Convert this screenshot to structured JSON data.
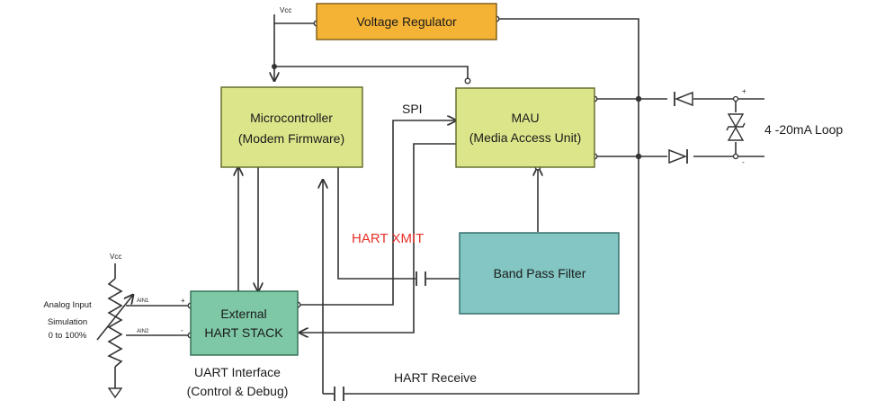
{
  "colors": {
    "regulator": "#f5b335",
    "regulator_border": "#7a5a14",
    "micro": "#dde58a",
    "micro_border": "#5c6626",
    "hart_stack": "#7ec8a6",
    "hart_border": "#2e6b52",
    "bpf": "#83c6c3",
    "bpf_border": "#2f6765",
    "wire": "#333333",
    "accent_red": "#e8302a"
  },
  "blocks": {
    "voltage_regulator": "Voltage Regulator",
    "microcontroller": {
      "line1": "Microcontroller",
      "line2": "(Modem Firmware)"
    },
    "mau": {
      "line1": "MAU",
      "line2": "(Media Access Unit)"
    },
    "band_pass_filter": "Band Pass Filter",
    "hart_stack": {
      "line1": "External",
      "line2": "HART STACK"
    }
  },
  "labels": {
    "vcc_top": "Vcc",
    "vcc_left": "Vcc",
    "spi": "SPI",
    "hart_xmit": "HART XMIT",
    "hart_receive": "HART Receive",
    "loop": "4 -20mA Loop",
    "plus": "+",
    "minus": "-",
    "ain1": "AIN1",
    "ain2": "AIN2",
    "ain1_sign": "+",
    "ain2_sign": "-",
    "analog_input": [
      "Analog Input",
      "Simulation",
      "0 to 100%"
    ],
    "uart": [
      "UART Interface",
      "(Control & Debug)"
    ]
  }
}
